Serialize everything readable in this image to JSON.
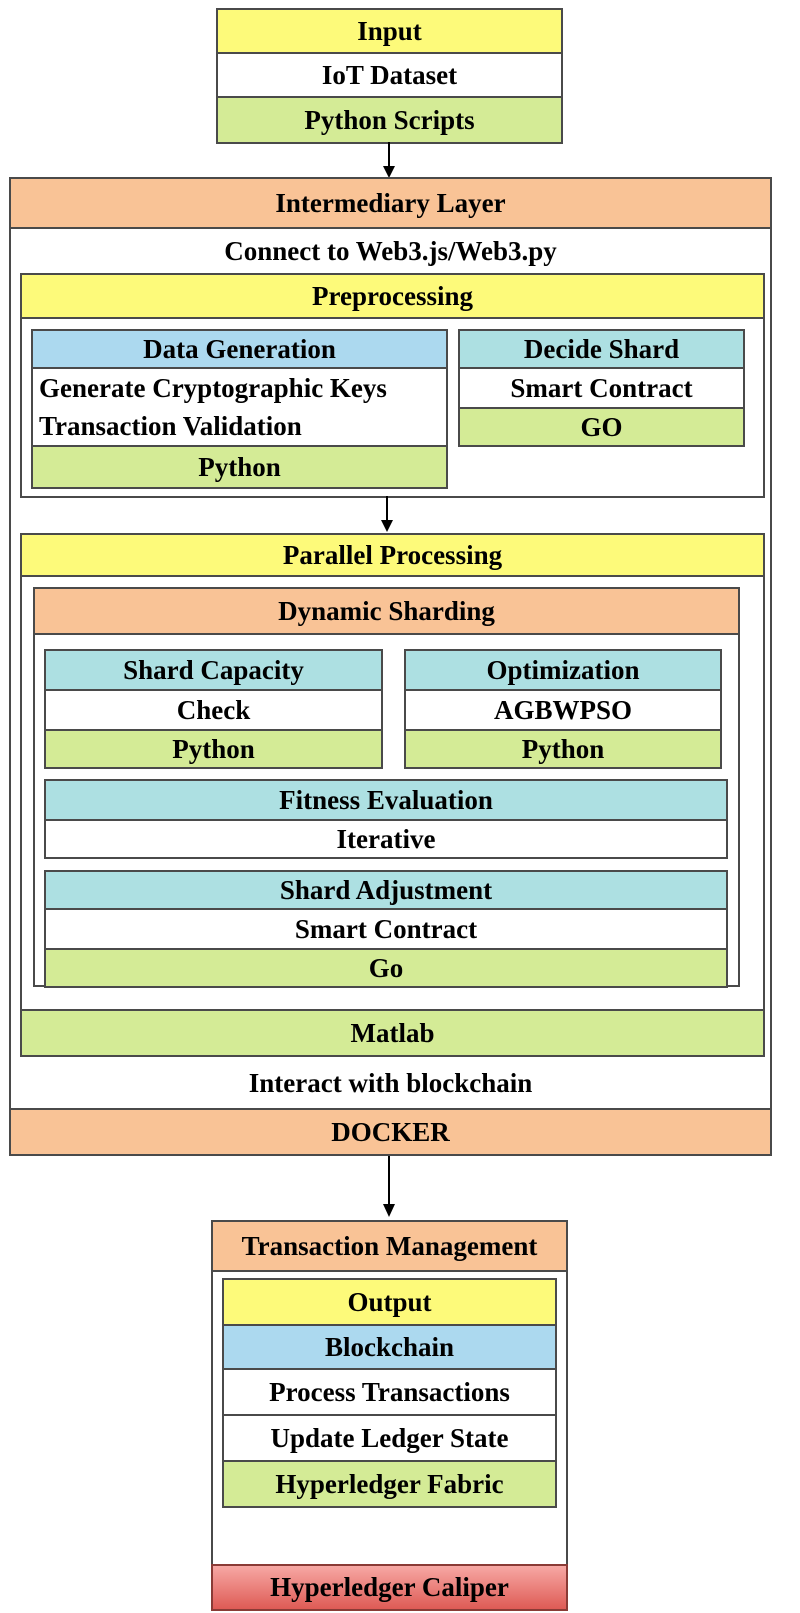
{
  "input": {
    "title": "Input",
    "dataset": "IoT Dataset",
    "scripts": "Python Scripts"
  },
  "intermediary": {
    "title": "Intermediary Layer",
    "connect": "Connect to Web3.js/Web3.py",
    "interact": "Interact with blockchain",
    "docker": "DOCKER"
  },
  "preprocessing": {
    "title": "Preprocessing",
    "data_generation": {
      "title": "Data Generation",
      "lines": [
        "Generate Cryptographic Keys",
        "Transaction Validation"
      ],
      "lang": "Python"
    },
    "decide_shard": {
      "title": "Decide Shard",
      "item": "Smart Contract",
      "lang": "GO"
    }
  },
  "parallel": {
    "title": "Parallel Processing",
    "dynamic_sharding": {
      "title": "Dynamic Sharding",
      "shard_capacity": {
        "title": "Shard Capacity",
        "item": "Check",
        "lang": "Python"
      },
      "optimization": {
        "title": "Optimization",
        "item": "AGBWPSO",
        "lang": "Python"
      },
      "fitness": {
        "title": "Fitness Evaluation",
        "item": "Iterative"
      },
      "adjustment": {
        "title": "Shard Adjustment",
        "item": "Smart Contract",
        "lang": "Go"
      }
    },
    "tool": "Matlab"
  },
  "transaction": {
    "title": "Transaction Management",
    "output": "Output",
    "blockchain": "Blockchain",
    "process": "Process Transactions",
    "update": "Update Ledger State",
    "fabric": "Hyperledger Fabric",
    "caliper": "Hyperledger Caliper"
  }
}
